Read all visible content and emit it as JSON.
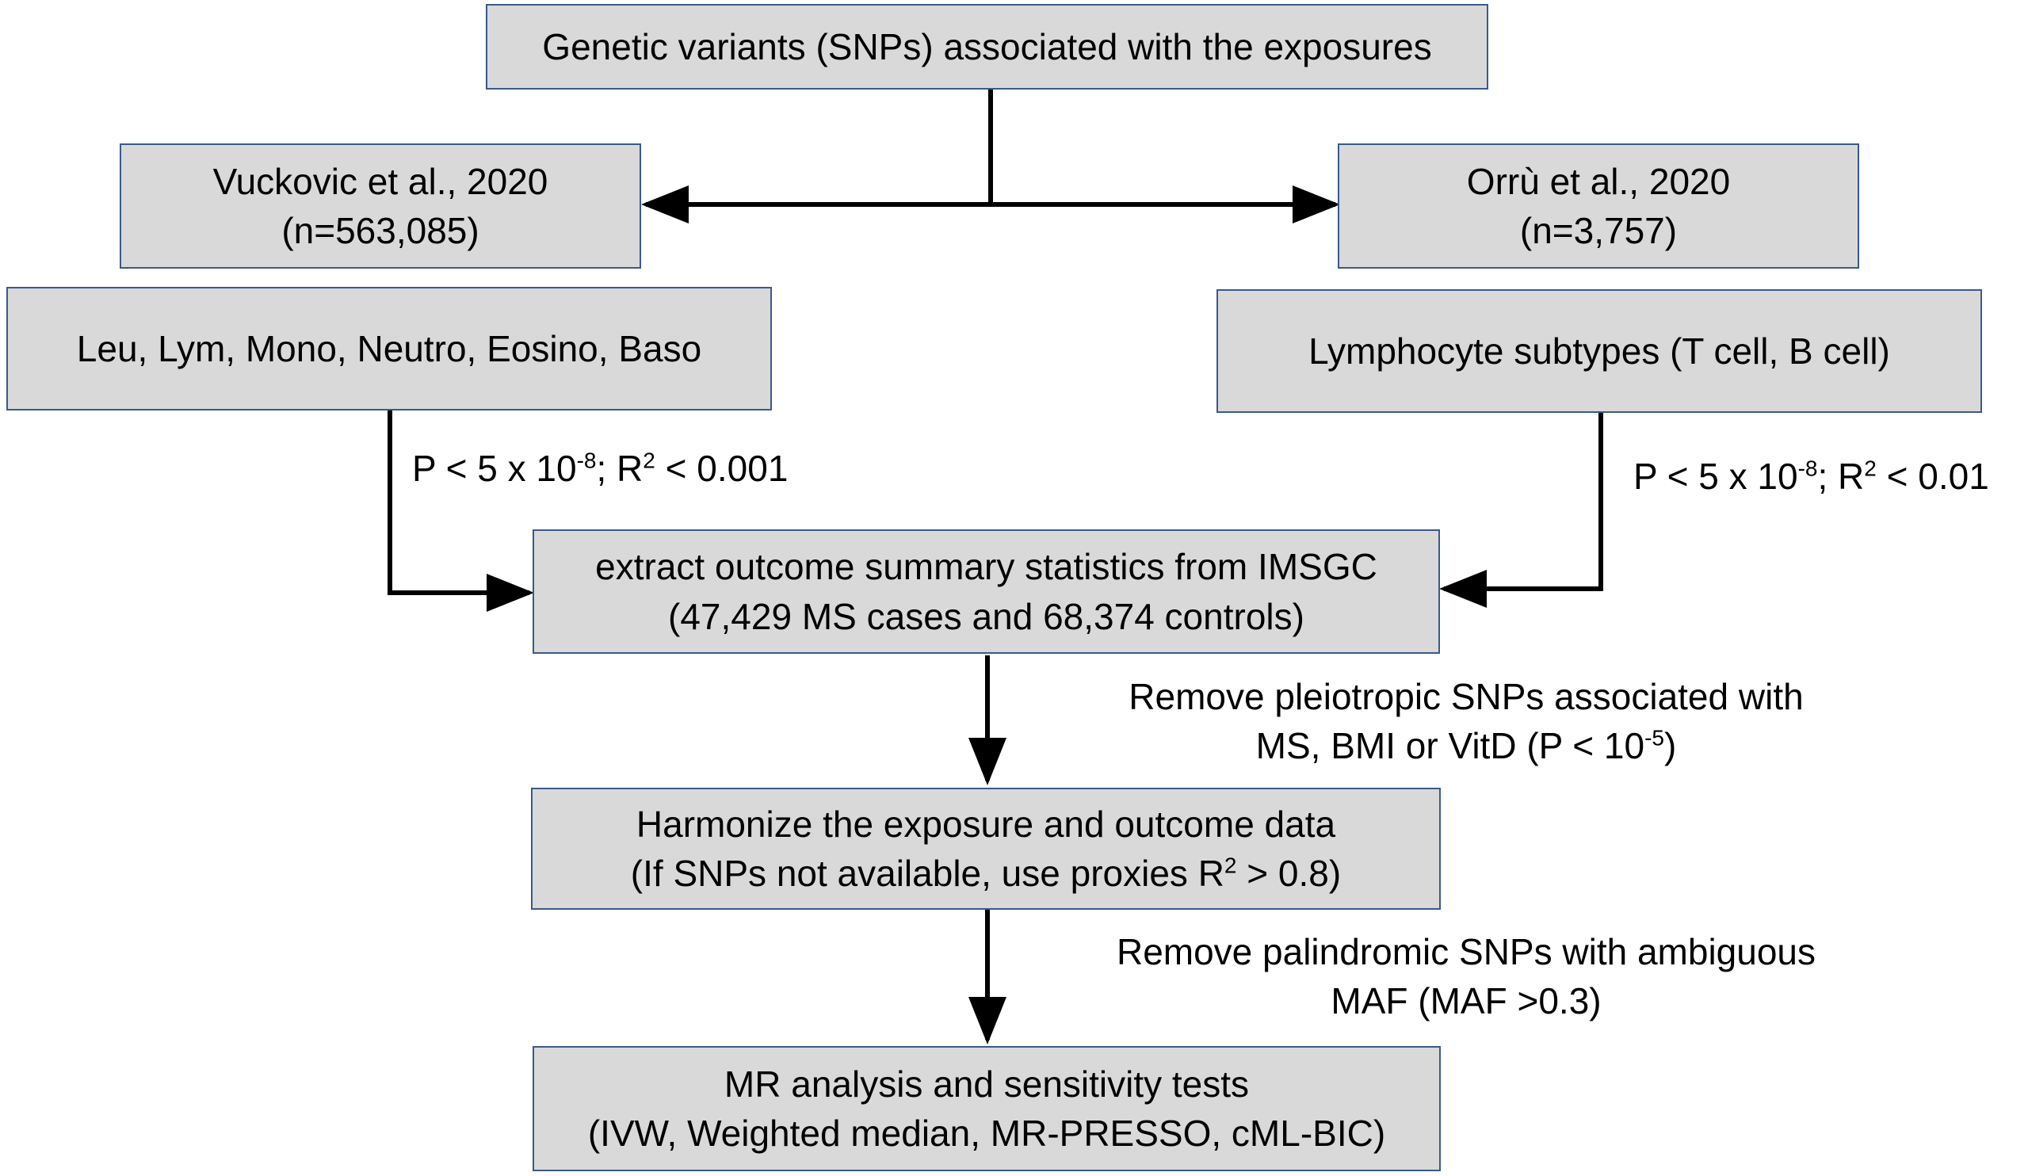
{
  "boxes": {
    "top": "Genetic variants (SNPs) associated with the exposures",
    "left_source": {
      "line1": "Vuckovic et al., 2020",
      "line2": "(n=563,085)"
    },
    "right_source": {
      "line1": "Orrù  et al., 2020",
      "line2": "(n=3,757)"
    },
    "left_traits": "Leu, Lym, Mono, Neutro, Eosino, Baso",
    "right_traits": "Lymphocyte subtypes (T cell, B cell)",
    "extract": {
      "line1": "extract outcome summary statistics from IMSGC",
      "line2": "(47,429 MS cases and 68,374 controls)"
    },
    "harmonize": {
      "line1": "Harmonize the exposure and outcome data",
      "line2_pre": "(If SNPs not available, use proxies R",
      "line2_sup": "2",
      "line2_post": " > 0.8)"
    },
    "mr": {
      "line1": "MR analysis and sensitivity tests",
      "line2": "(IVW, Weighted median, MR-PRESSO, cML-BIC)"
    }
  },
  "notes": {
    "left_threshold": {
      "p_pre": "P < 5 x 10",
      "p_sup": "-8",
      "mid": "; R",
      "r_sup": "2",
      "post": " < 0.001"
    },
    "right_threshold": {
      "p_pre": "P < 5 x 10",
      "p_sup": "-8",
      "mid": "; R",
      "r_sup": "2",
      "post": " < 0.01"
    },
    "pleiotropic": {
      "line1": "Remove pleiotropic SNPs associated with",
      "line2_pre": "MS, BMI or VitD (P < 10",
      "line2_sup": "-5",
      "line2_post": ")"
    },
    "palindromic": {
      "line1": "Remove palindromic SNPs with ambiguous",
      "line2": "MAF (MAF >0.3)"
    }
  },
  "colors": {
    "box_fill": "#d9d9d9",
    "box_border": "#3a5a8c",
    "arrow": "#000000"
  }
}
